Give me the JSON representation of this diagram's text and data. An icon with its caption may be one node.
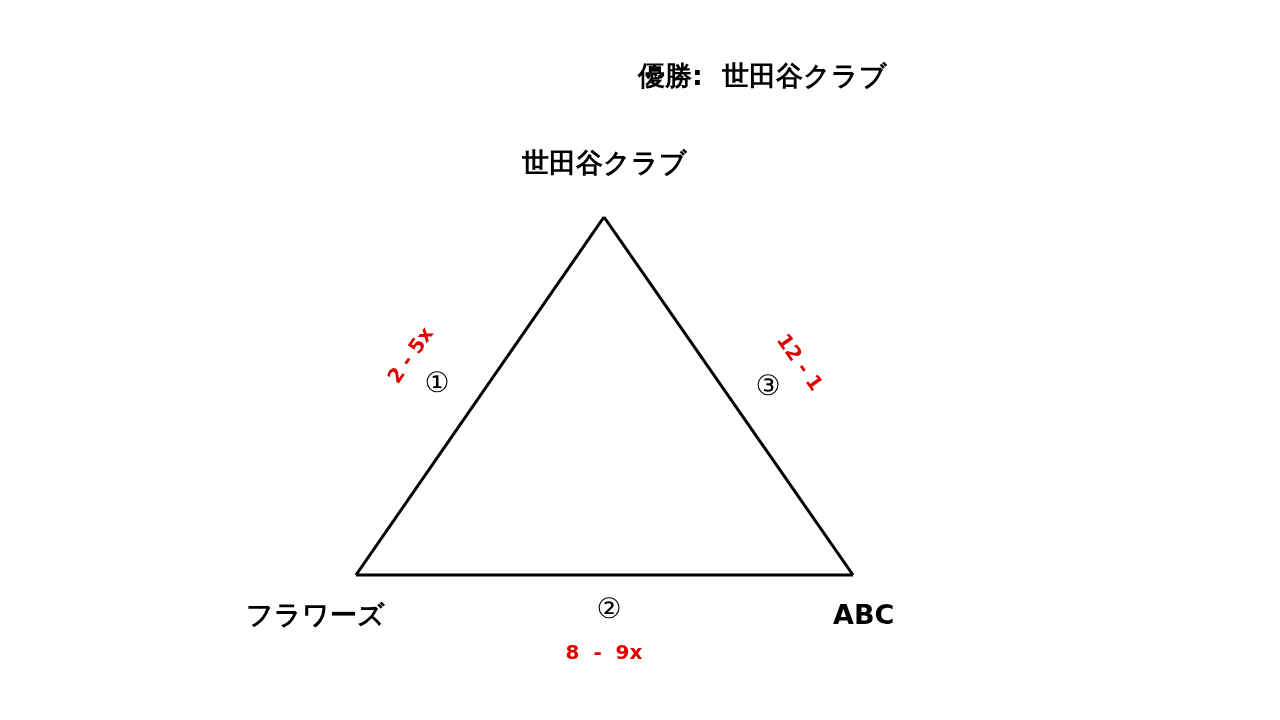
{
  "diagram": {
    "title": "優勝:  世田谷クラブ",
    "nodes": [
      {
        "text": [
          "世田谷クラブ"
        ]
      },
      {
        "text": [
          "フラワーズ"
        ]
      },
      {
        "text": [
          "ABC"
        ]
      }
    ],
    "edges": [
      {
        "from": 1,
        "to": 0,
        "arrow": "none",
        "label": "2 - 5x"
      },
      {
        "from": 1,
        "to": 2,
        "arrow": "none",
        "label": "8  -  9x"
      },
      {
        "from": 0,
        "to": 2,
        "arrow": "none",
        "label": "12 - 1"
      }
    ],
    "labels": [
      "①",
      "③",
      "②"
    ]
  }
}
